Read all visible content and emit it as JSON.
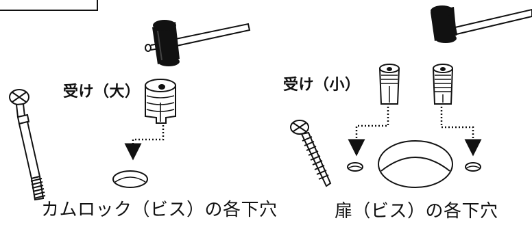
{
  "labels": {
    "anchor_large": "受け（大）",
    "anchor_small": "受け（小）",
    "caption_left": "カムロック（ビス）の各下穴",
    "caption_right": "扉（ビス）の各下穴"
  },
  "colors": {
    "line": "#111111",
    "background": "#ffffff"
  },
  "icons": [
    "hammer-icon",
    "cam-screw-icon",
    "wood-screw-icon",
    "anchor-large-icon",
    "anchor-small-icon",
    "pilot-hole-icon",
    "arrow-down-icon"
  ]
}
